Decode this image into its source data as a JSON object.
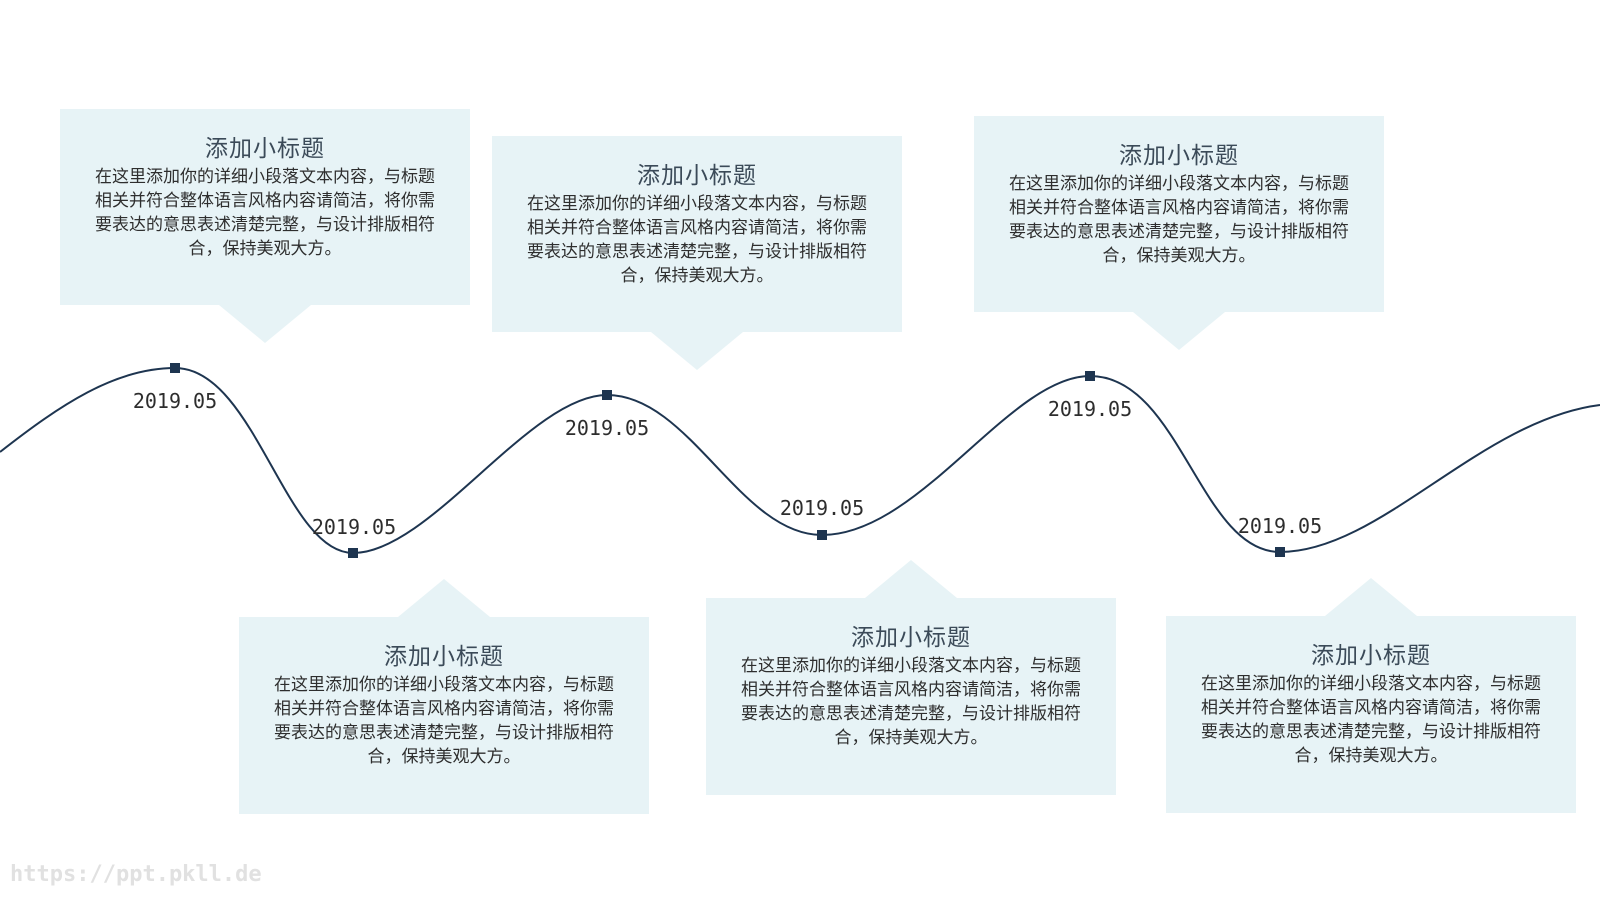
{
  "colors": {
    "line": "#1e3550",
    "marker": "#1e3550",
    "card_bg": "#e7f3f6"
  },
  "items": [
    {
      "title": "添加小标题",
      "body": "在这里添加你的详细小段落文本内容，与标题相关并符合整体语言风格内容请简洁，将你需要表达的意思表述清楚完整，与设计排版相符合，保持美观大方。",
      "date": "2019.05"
    },
    {
      "title": "添加小标题",
      "body": "在这里添加你的详细小段落文本内容，与标题相关并符合整体语言风格内容请简洁，将你需要表达的意思表述清楚完整，与设计排版相符合，保持美观大方。",
      "date": "2019.05"
    },
    {
      "title": "添加小标题",
      "body": "在这里添加你的详细小段落文本内容，与标题相关并符合整体语言风格内容请简洁，将你需要表达的意思表述清楚完整，与设计排版相符合，保持美观大方。",
      "date": "2019.05"
    },
    {
      "title": "添加小标题",
      "body": "在这里添加你的详细小段落文本内容，与标题相关并符合整体语言风格内容请简洁，将你需要表达的意思表述清楚完整，与设计排版相符合，保持美观大方。",
      "date": "2019.05"
    },
    {
      "title": "添加小标题",
      "body": "在这里添加你的详细小段落文本内容，与标题相关并符合整体语言风格内容请简洁，将你需要表达的意思表述清楚完整，与设计排版相符合，保持美观大方。",
      "date": "2019.05"
    },
    {
      "title": "添加小标题",
      "body": "在这里添加你的详细小段落文本内容，与标题相关并符合整体语言风格内容请简洁，将你需要表达的意思表述清楚完整，与设计排版相符合，保持美观大方。",
      "date": "2019.05"
    }
  ],
  "watermark": "https://ppt.pkll.de"
}
